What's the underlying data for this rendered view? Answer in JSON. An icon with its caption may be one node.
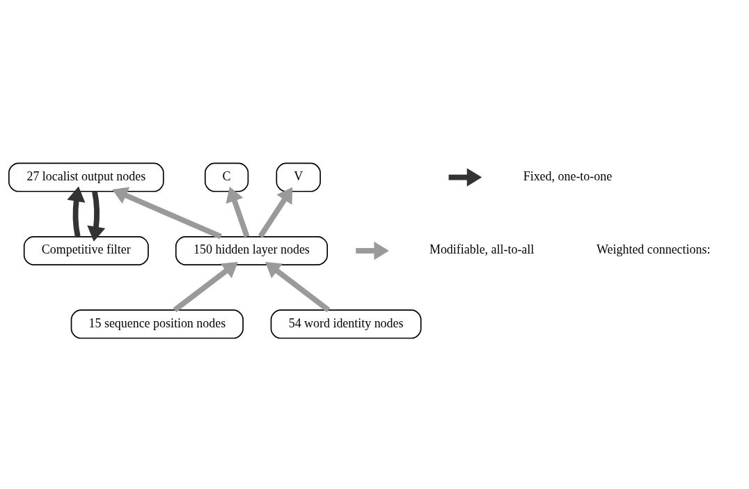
{
  "diagram": {
    "nodes": [
      {
        "text": [
          "Competitive filter"
        ]
      },
      {
        "text": [
          "C"
        ]
      },
      {
        "text": [
          "V"
        ]
      },
      {
        "text": [
          "27 localist output nodes"
        ]
      },
      {
        "text": [
          "150 hidden layer nodes"
        ]
      },
      {
        "text": [
          "15 sequence position nodes"
        ]
      },
      {
        "text": [
          "54 word identity nodes"
        ]
      }
    ],
    "edges": [
      {
        "from": 3,
        "to": 0,
        "arrow": "to",
        "color": "#333333"
      },
      {
        "from": 0,
        "to": 3,
        "arrow": "to",
        "color": "#333333"
      },
      {
        "from": 4,
        "to": 1,
        "arrow": "to"
      },
      {
        "from": 4,
        "to": 2,
        "arrow": "to"
      },
      {
        "from": 4,
        "to": 3,
        "arrow": "to"
      },
      {
        "from": 5,
        "to": 4,
        "arrow": "to"
      },
      {
        "from": 6,
        "to": 4,
        "arrow": "to"
      }
    ],
    "labels": [
      "Weighted connections:"
    ],
    "legend": [
      {
        "text": "Fixed, one-to-one"
      },
      {
        "text": "Modifiable, all-to-all"
      }
    ]
  }
}
